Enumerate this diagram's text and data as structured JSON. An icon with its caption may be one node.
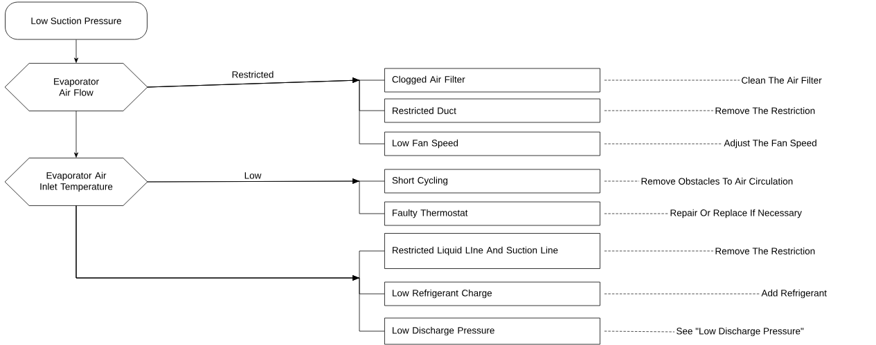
{
  "diagram": {
    "nodes": [
      {
        "text": [
          "Low Suction Pressure"
        ]
      },
      {
        "text": [
          "Evaporator Air Flow"
        ]
      },
      {
        "text": [
          "Evaporator Air Inlet Temperature"
        ]
      },
      {
        "text": [
          "Clogged Air Filter"
        ]
      },
      {
        "text": [
          "Restricted Duct"
        ]
      },
      {
        "text": [
          "Low Fan Speed"
        ]
      },
      {
        "text": [
          "Short Cycling"
        ]
      },
      {
        "text": [
          "Faulty Thermostat"
        ]
      },
      {
        "text": [
          "Restricted Liquid LIne And Suction Line"
        ]
      },
      {
        "text": [
          "Low Refrigerant Charge"
        ]
      },
      {
        "text": [
          "Low Discharge Pressure"
        ]
      },
      {
        "text": [
          "Clean The Air Filter"
        ]
      },
      {
        "text": [
          "Remove The Restriction"
        ]
      },
      {
        "text": [
          "Adjust The Fan Speed"
        ]
      },
      {
        "text": [
          "Remove Obstacles To Air Circulation"
        ]
      },
      {
        "text": [
          "Repair Or Replace If Necessary"
        ]
      },
      {
        "text": [
          "Remove The Restriction"
        ]
      },
      {
        "text": [
          "Add Refrigerant"
        ]
      },
      {
        "text": [
          "See \"Low Discharge Pressure\""
        ]
      }
    ],
    "edges": [
      {
        "from": 0,
        "to": 1,
        "arrow": "to"
      },
      {
        "from": 1,
        "to": 2,
        "arrow": "to"
      },
      {
        "from": 1,
        "to": 3,
        "arrow": "to",
        "label": "Restricted"
      },
      {
        "from": 1,
        "to": 4,
        "arrow": "to"
      },
      {
        "from": 1,
        "to": 5,
        "arrow": "to"
      },
      {
        "from": 2,
        "to": 6,
        "arrow": "to",
        "label": "Low"
      },
      {
        "from": 2,
        "to": 7,
        "arrow": "to"
      },
      {
        "from": 2,
        "to": 8,
        "arrow": "to"
      },
      {
        "from": 2,
        "to": 9,
        "arrow": "to"
      },
      {
        "from": 2,
        "to": 10,
        "arrow": "to"
      },
      {
        "from": 3,
        "to": 11,
        "arrow": "none",
        "style": "dashed"
      },
      {
        "from": 4,
        "to": 12,
        "arrow": "none",
        "style": "dashed"
      },
      {
        "from": 5,
        "to": 13,
        "arrow": "none",
        "style": "dashed"
      },
      {
        "from": 6,
        "to": 14,
        "arrow": "none",
        "style": "dashed"
      },
      {
        "from": 7,
        "to": 15,
        "arrow": "none",
        "style": "dashed"
      },
      {
        "from": 8,
        "to": 16,
        "arrow": "none",
        "style": "dashed"
      },
      {
        "from": 9,
        "to": 17,
        "arrow": "none",
        "style": "dashed"
      },
      {
        "from": 10,
        "to": 18,
        "arrow": "none",
        "style": "dashed"
      }
    ]
  }
}
